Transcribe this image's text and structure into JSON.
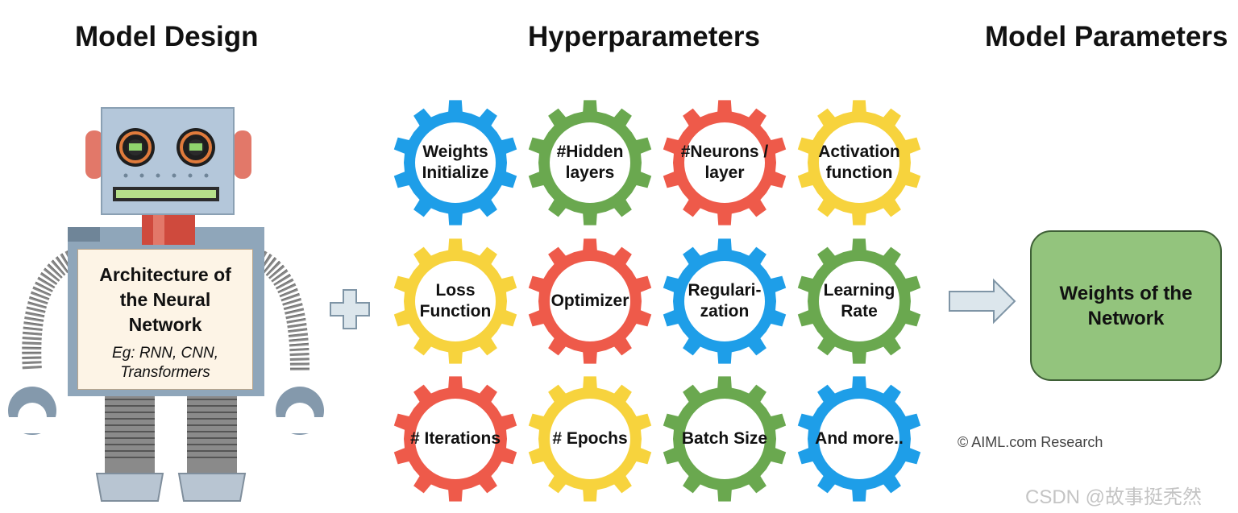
{
  "headings": {
    "model_design": "Model Design",
    "hyperparameters": "Hyperparameters",
    "model_parameters": "Model Parameters"
  },
  "architecture": {
    "title": "Architecture of the Neural Network",
    "subtitle": "Eg: RNN, CNN, Transformers"
  },
  "gear_colors": {
    "blue": "#1e9ee8",
    "green": "#6aa84f",
    "red": "#ee5a4a",
    "yellow": "#f7d33d"
  },
  "hyperparameters": [
    {
      "label": "Weights Initialize",
      "color": "blue"
    },
    {
      "label": "#Hidden layers",
      "color": "green"
    },
    {
      "label": "#Neurons / layer",
      "color": "red"
    },
    {
      "label": "Activation function",
      "color": "yellow"
    },
    {
      "label": "Loss Function",
      "color": "yellow"
    },
    {
      "label": "Optimizer",
      "color": "red"
    },
    {
      "label": "Regulari- zation",
      "color": "blue"
    },
    {
      "label": "Learning Rate",
      "color": "green"
    },
    {
      "label": "# Iterations",
      "color": "red"
    },
    {
      "label": "# Epochs",
      "color": "yellow"
    },
    {
      "label": "Batch Size",
      "color": "green"
    },
    {
      "label": "And more..",
      "color": "blue"
    }
  ],
  "result": {
    "label": "Weights of the Network",
    "color": "#93c47d"
  },
  "credit": "© AIML.com Research",
  "watermark": "CSDN @故事挺秃然"
}
